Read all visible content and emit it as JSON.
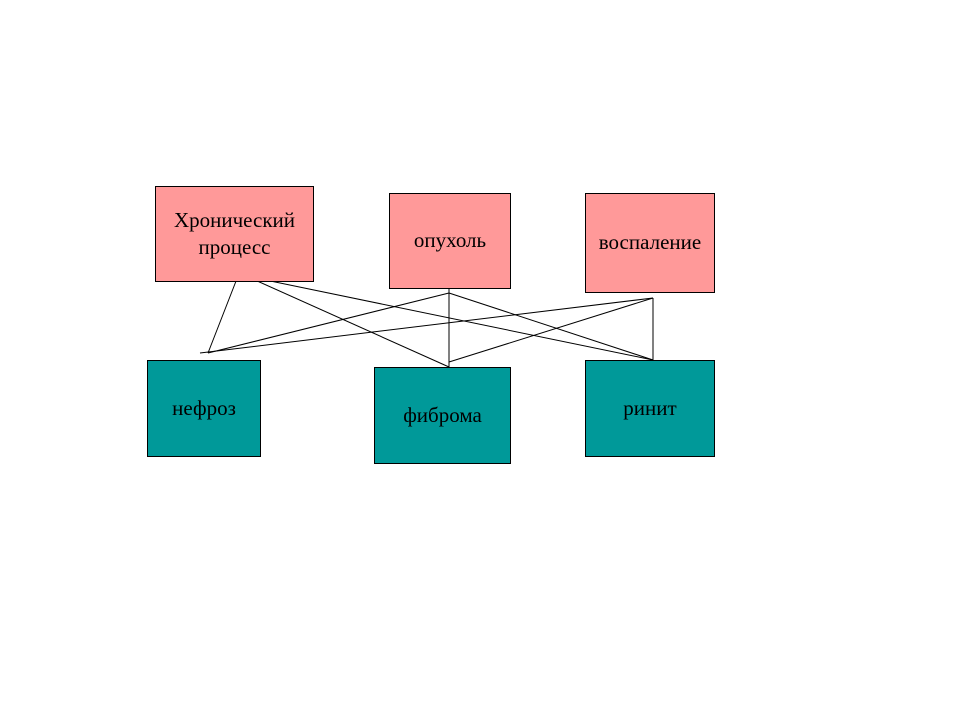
{
  "colors": {
    "top_box_fill": "#ff9999",
    "bottom_box_fill": "#009999",
    "border": "#000000",
    "line": "#000000",
    "background": "#ffffff"
  },
  "top_boxes": [
    {
      "id": "chronic",
      "label": "Хронический\nпроцесс"
    },
    {
      "id": "tumor",
      "label": "опухоль"
    },
    {
      "id": "inflam",
      "label": "воспаление"
    }
  ],
  "bottom_boxes": [
    {
      "id": "nephrosis",
      "label": "нефроз"
    },
    {
      "id": "fibroma",
      "label": "фиброма"
    },
    {
      "id": "rhinitis",
      "label": "ринит"
    }
  ],
  "connections": [
    {
      "from": "chronic",
      "to": "nephrosis"
    },
    {
      "from": "chronic",
      "to": "fibroma"
    },
    {
      "from": "chronic",
      "to": "rhinitis"
    },
    {
      "from": "tumor",
      "to": "nephrosis"
    },
    {
      "from": "tumor",
      "to": "fibroma"
    },
    {
      "from": "tumor",
      "to": "rhinitis"
    },
    {
      "from": "inflam",
      "to": "nephrosis"
    },
    {
      "from": "inflam",
      "to": "fibroma"
    },
    {
      "from": "inflam",
      "to": "rhinitis"
    }
  ]
}
